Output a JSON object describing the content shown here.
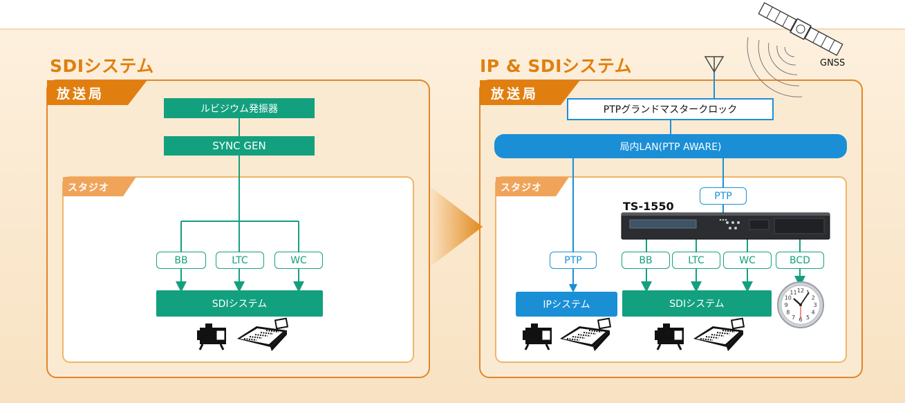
{
  "left_panel": {
    "title": "SDIシステム",
    "broadcast_tab": "放送局",
    "studio_tab": "スタジオ",
    "rubidium_box": "ルビジウム発振器",
    "syncgen_box": "SYNC GEN",
    "tags": [
      "BB",
      "LTC",
      "WC"
    ],
    "sdi_box": "SDIシステム"
  },
  "right_panel": {
    "title": "IP & SDIシステム",
    "broadcast_tab": "放送局",
    "studio_tab": "スタジオ",
    "ptp_master_box": "PTPグランドマスタークロック",
    "lan_bar": "局内LAN(PTP AWARE)",
    "ptp_tag_top": "PTP",
    "device_label": "TS-1550",
    "ptp_tag_left": "PTP",
    "tags": [
      "BB",
      "LTC",
      "WC",
      "BCD"
    ],
    "ip_box": "IPシステム",
    "sdi_box": "SDIシステム",
    "gnss_label": "GNSS"
  },
  "clock_face": {
    "numerals": [
      "12",
      "1",
      "2",
      "3",
      "4",
      "5",
      "6",
      "7",
      "8",
      "9",
      "10",
      "11"
    ]
  },
  "colors": {
    "accent_orange": "#e07f10",
    "green": "#13a07e",
    "blue": "#1a8fd6",
    "panel_bg": "#fbe9cf"
  }
}
